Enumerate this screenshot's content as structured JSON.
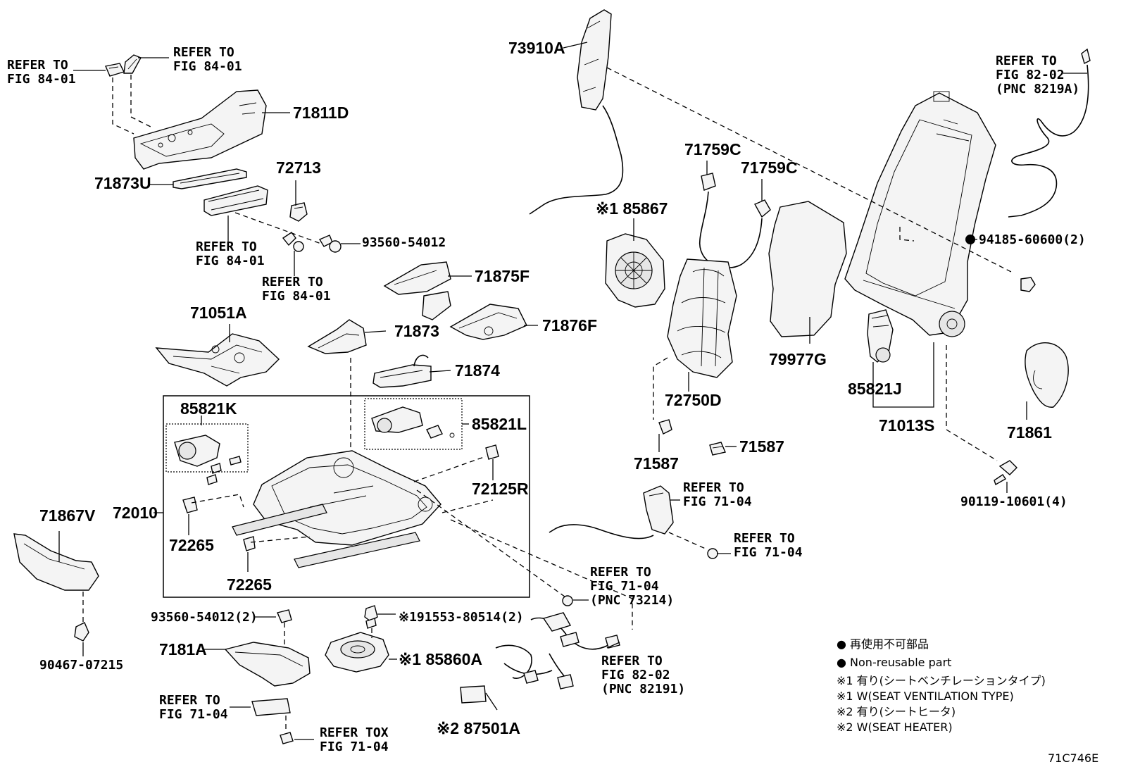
{
  "labels": {
    "ref_fig8401_a": [
      "REFER TO",
      "FIG 84-01"
    ],
    "ref_fig8401_b": [
      "REFER TO",
      "FIG 84-01"
    ],
    "p71811D": "71811D",
    "p71873U": "71873U",
    "p72713": "72713",
    "ref_fig8401_c": [
      "REFER TO",
      "FIG 84-01"
    ],
    "ref_fig8401_d": [
      "REFER TO",
      "FIG 84-01"
    ],
    "p93560_54012": "93560-54012",
    "p73910A": "73910A",
    "p185867": "※1 85867",
    "p71759C_a": "71759C",
    "p71759C_b": "71759C",
    "ref_fig8202_top": [
      "REFER TO",
      "FIG 82-02",
      "(PNC 8219A)"
    ],
    "p94185": "94185-60600(2)",
    "p71875F": "71875F",
    "p71051A": "71051A",
    "p71873": "71873",
    "p71876F": "71876F",
    "p79977G": "79977G",
    "p71874": "71874",
    "p72750D": "72750D",
    "p85821J": "85821J",
    "p85821K": "85821K",
    "p85821L": "85821L",
    "p71013S": "71013S",
    "p71861": "71861",
    "p71587_a": "71587",
    "p71587_b": "71587",
    "p72125R": "72125R",
    "ref_fig7104_a": [
      "REFER TO",
      "FIG 71-04"
    ],
    "p90119": "90119-10601(4)",
    "p72010": "72010",
    "p71867V": "71867V",
    "p72265_a": "72265",
    "p72265_b": "72265",
    "ref_fig7104_b": [
      "REFER TO",
      "FIG 71-04"
    ],
    "ref_fig7104_pnc": [
      "REFER TO",
      "FIG 71-04",
      "(PNC 73214)"
    ],
    "p93560_54012_2": "93560-54012(2)",
    "p191553": "※191553-80514(2)",
    "p90467": "90467-07215",
    "p7181A": "7181A",
    "p185860A": "※1 85860A",
    "ref_fig8202_pnc": [
      "REFER TO",
      "FIG 82-02",
      "(PNC 82191)"
    ],
    "ref_fig7104_c": [
      "REFER TO",
      "FIG 71-04"
    ],
    "ref_tox": [
      "REFER TOX",
      "FIG 71-04"
    ],
    "p287501A": "※2 87501A",
    "figure_id": "71C746E"
  },
  "legend": [
    "● 再使用不可部品",
    "● Non-reusable part",
    "※1 有り(シートベンチレーションタイプ)",
    "※1 W(SEAT VENTILATION TYPE)",
    "※2 有り(シートヒータ)",
    "※2 W(SEAT HEATER)"
  ],
  "colors": {
    "ink": "#000000",
    "paper": "#ffffff",
    "part_fill": "#f4f4f4"
  }
}
